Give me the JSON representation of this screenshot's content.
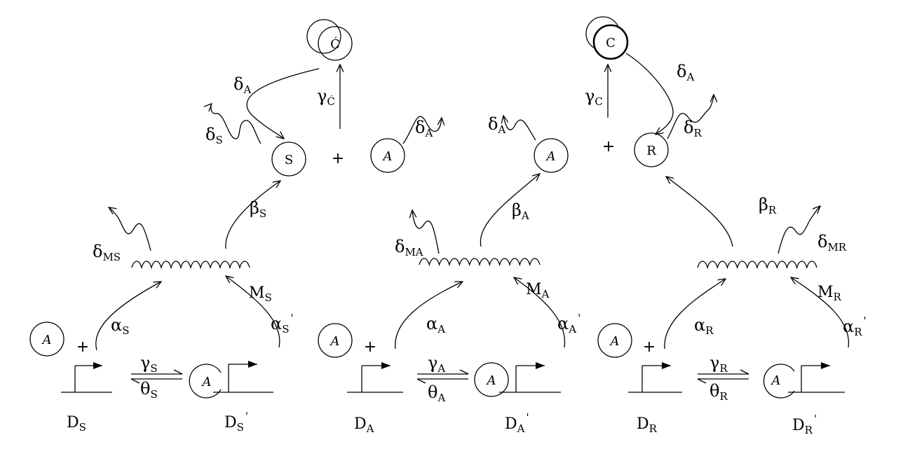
{
  "colors": {
    "ink": "#000000",
    "background": "#ffffff"
  },
  "nodes": {
    "activator_protein": "A",
    "repressor_protein": "R",
    "s_protein": "S",
    "complex_c": "C",
    "complex_c_prime": "Ć"
  },
  "operators": {
    "plus": "+"
  },
  "rates": {
    "delta_A": {
      "sym": "δ",
      "sub": "A"
    },
    "delta_S": {
      "sym": "δ",
      "sub": "S"
    },
    "delta_R": {
      "sym": "δ",
      "sub": "R"
    },
    "delta_MS": {
      "sym": "δ",
      "sub": "MS"
    },
    "delta_MA": {
      "sym": "δ",
      "sub": "MA"
    },
    "delta_MR": {
      "sym": "δ",
      "sub": "MR"
    },
    "gamma_Cprime": {
      "sym": "γ",
      "sub": "Ć"
    },
    "gamma_C": {
      "sym": "γ",
      "sub": "C"
    },
    "beta_S": {
      "sym": "β",
      "sub": "S"
    },
    "beta_A": {
      "sym": "β",
      "sub": "A"
    },
    "beta_R": {
      "sym": "β",
      "sub": "R"
    },
    "alpha_S": {
      "sym": "α",
      "sub": "S"
    },
    "alpha_S_prime": {
      "sym": "α",
      "sub": "S",
      "prime": "'"
    },
    "alpha_A": {
      "sym": "α",
      "sub": "A"
    },
    "alpha_A_prime": {
      "sym": "α",
      "sub": "A",
      "prime": "'"
    },
    "alpha_R": {
      "sym": "α",
      "sub": "R"
    },
    "alpha_R_prime": {
      "sym": "α",
      "sub": "R",
      "prime": "'"
    },
    "gamma_S": {
      "sym": "γ",
      "sub": "S"
    },
    "theta_S": {
      "sym": "θ",
      "sub": "S"
    },
    "gamma_A": {
      "sym": "γ",
      "sub": "A"
    },
    "theta_A": {
      "sym": "θ",
      "sub": "A"
    },
    "gamma_R": {
      "sym": "γ",
      "sub": "R"
    },
    "theta_R": {
      "sym": "θ",
      "sub": "R"
    }
  },
  "species": {
    "M_S": {
      "sym": "M",
      "sub": "S"
    },
    "M_A": {
      "sym": "M",
      "sub": "A"
    },
    "M_R": {
      "sym": "M",
      "sub": "R"
    },
    "D_S": {
      "sym": "D",
      "sub": "S"
    },
    "D_S_prime": {
      "sym": "D",
      "sub": "S",
      "prime": "'"
    },
    "D_A": {
      "sym": "D",
      "sub": "A"
    },
    "D_A_prime": {
      "sym": "D",
      "sub": "A",
      "prime": "'"
    },
    "D_R": {
      "sym": "D",
      "sub": "R"
    },
    "D_R_prime": {
      "sym": "D",
      "sub": "R",
      "prime": "'"
    }
  }
}
